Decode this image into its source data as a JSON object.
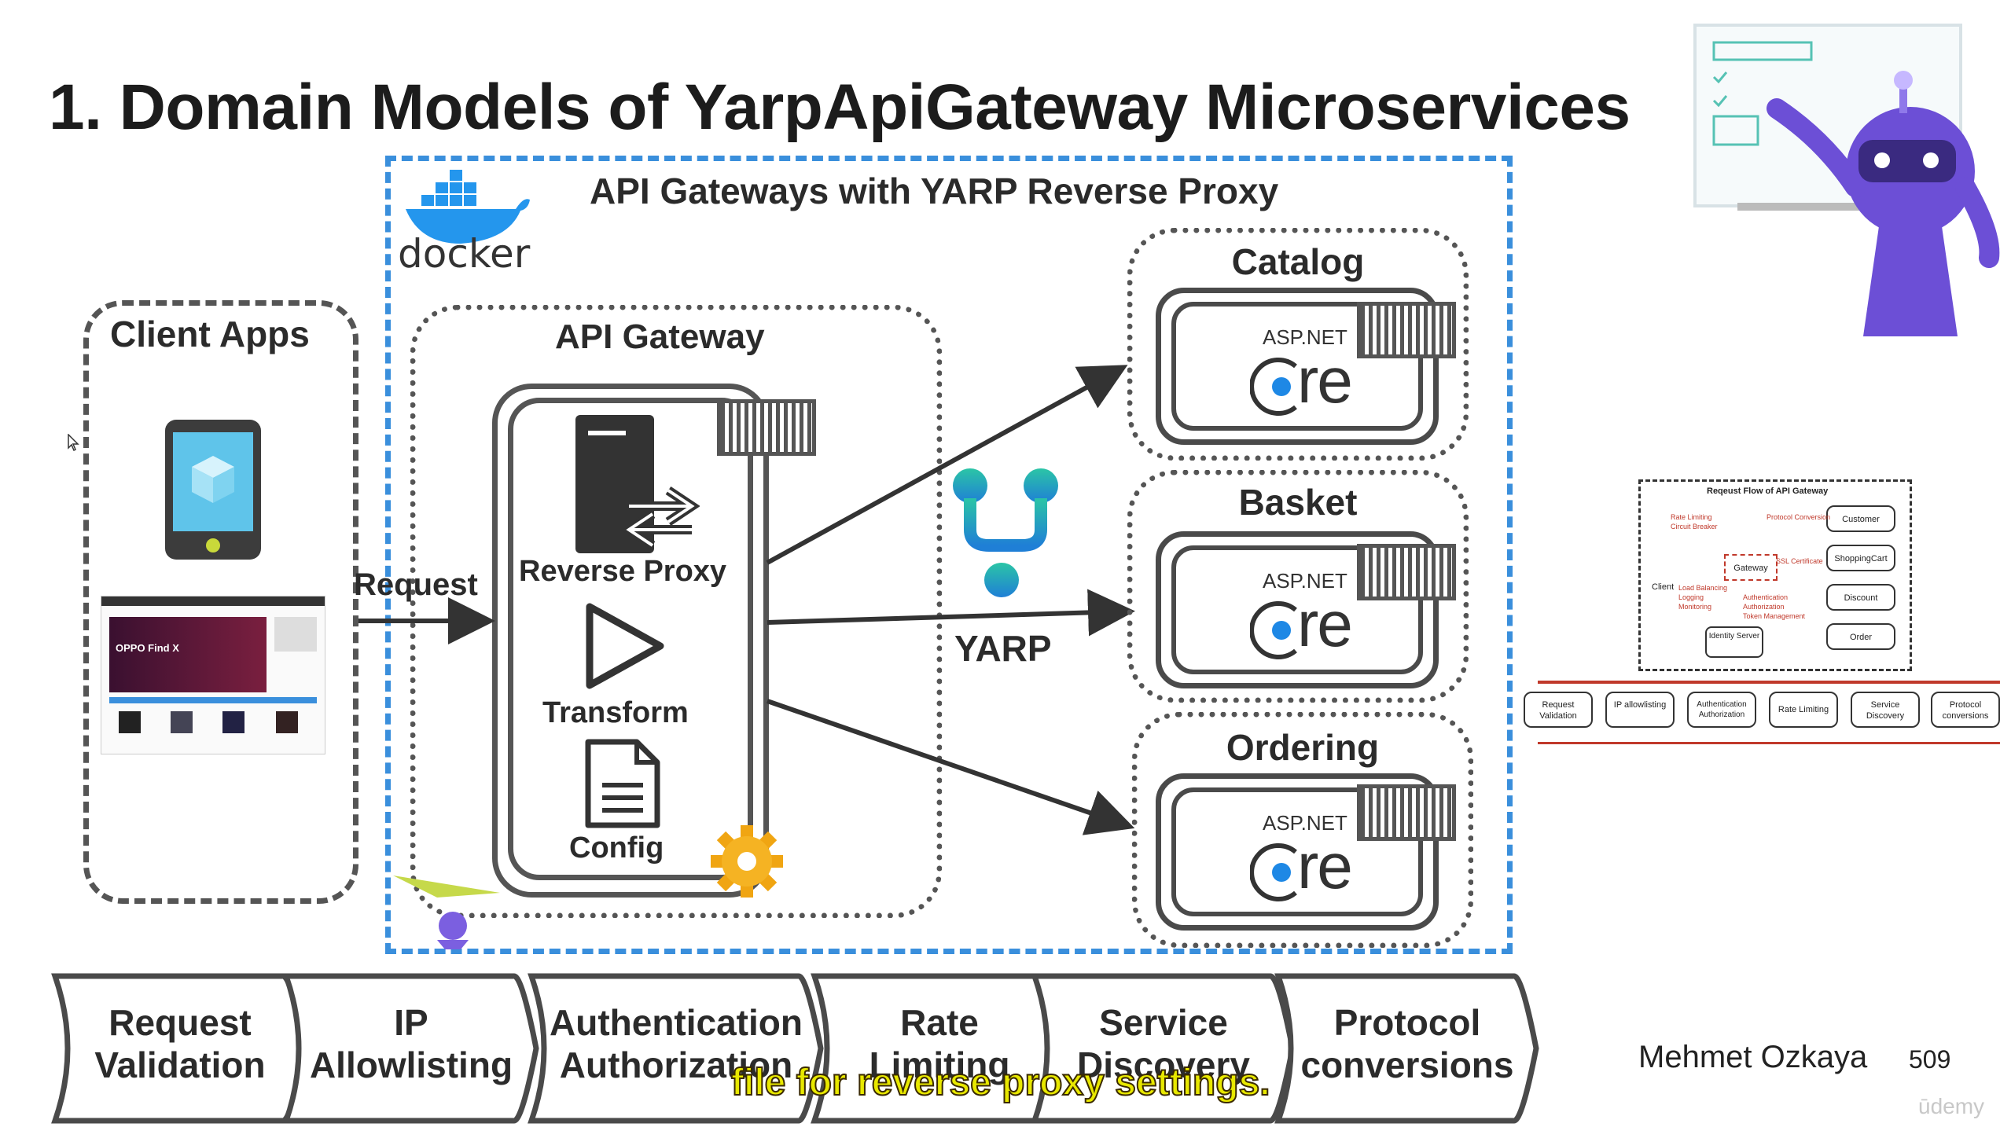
{
  "title": "1. Domain Models of YarpApiGateway Microservices",
  "docker": {
    "label": "docker",
    "heading": "API Gateways with YARP Reverse Proxy"
  },
  "client": {
    "title": "Client Apps",
    "phone_icon": "smartphone-icon",
    "web_preview": {
      "brand": "OPPO Find X"
    }
  },
  "gateway": {
    "title": "API Gateway",
    "reverse_proxy_label": "Reverse Proxy",
    "transform_label": "Transform",
    "config_label": "Config"
  },
  "request_label": "Request",
  "yarp_label": "YARP",
  "services": [
    {
      "name": "Catalog",
      "asp": "ASP.NET",
      "core": "re"
    },
    {
      "name": "Basket",
      "asp": "ASP.NET",
      "core": "re"
    },
    {
      "name": "Ordering",
      "asp": "ASP.NET",
      "core": "re"
    }
  ],
  "pipeline": [
    {
      "line1": "Request",
      "line2": "Validation"
    },
    {
      "line1": "IP",
      "line2": "Allowlisting"
    },
    {
      "line1": "Authentication",
      "line2": "Authorization"
    },
    {
      "line1": "Rate",
      "line2": "Limiting"
    },
    {
      "line1": "Service",
      "line2": "Discovery"
    },
    {
      "line1": "Protocol",
      "line2": "conversions"
    }
  ],
  "mini_diagram": {
    "title": "Reqeust Flow of API Gateway",
    "client": "Client",
    "gateway": "Gateway",
    "identity": "Identity Server",
    "services": [
      "Customer",
      "ShoppingCart",
      "Discount",
      "Order"
    ],
    "left_notes": [
      "Rate Limiting",
      "Circuit Breaker",
      "Load Balancing",
      "Logging",
      "Monitoring"
    ],
    "right_notes": [
      "Protocol Conversion",
      "SSL Certificate",
      "Authentication",
      "Authorization",
      "Token Management"
    ],
    "strip": [
      "Request Validation",
      "IP allowlisting",
      "Authentication Authorization",
      "Rate Limiting",
      "Service Discovery",
      "Protocol conversions"
    ]
  },
  "author": "Mehmet Ozkaya",
  "page_number": "509",
  "caption": "file for reverse proxy settings.",
  "watermark": "ūdemy",
  "colors": {
    "docker_blue": "#3a8fdc",
    "yarp_teal": "#2bb3a8",
    "core_blue": "#1e88e5",
    "subtitle_yellow": "#e8e800"
  }
}
